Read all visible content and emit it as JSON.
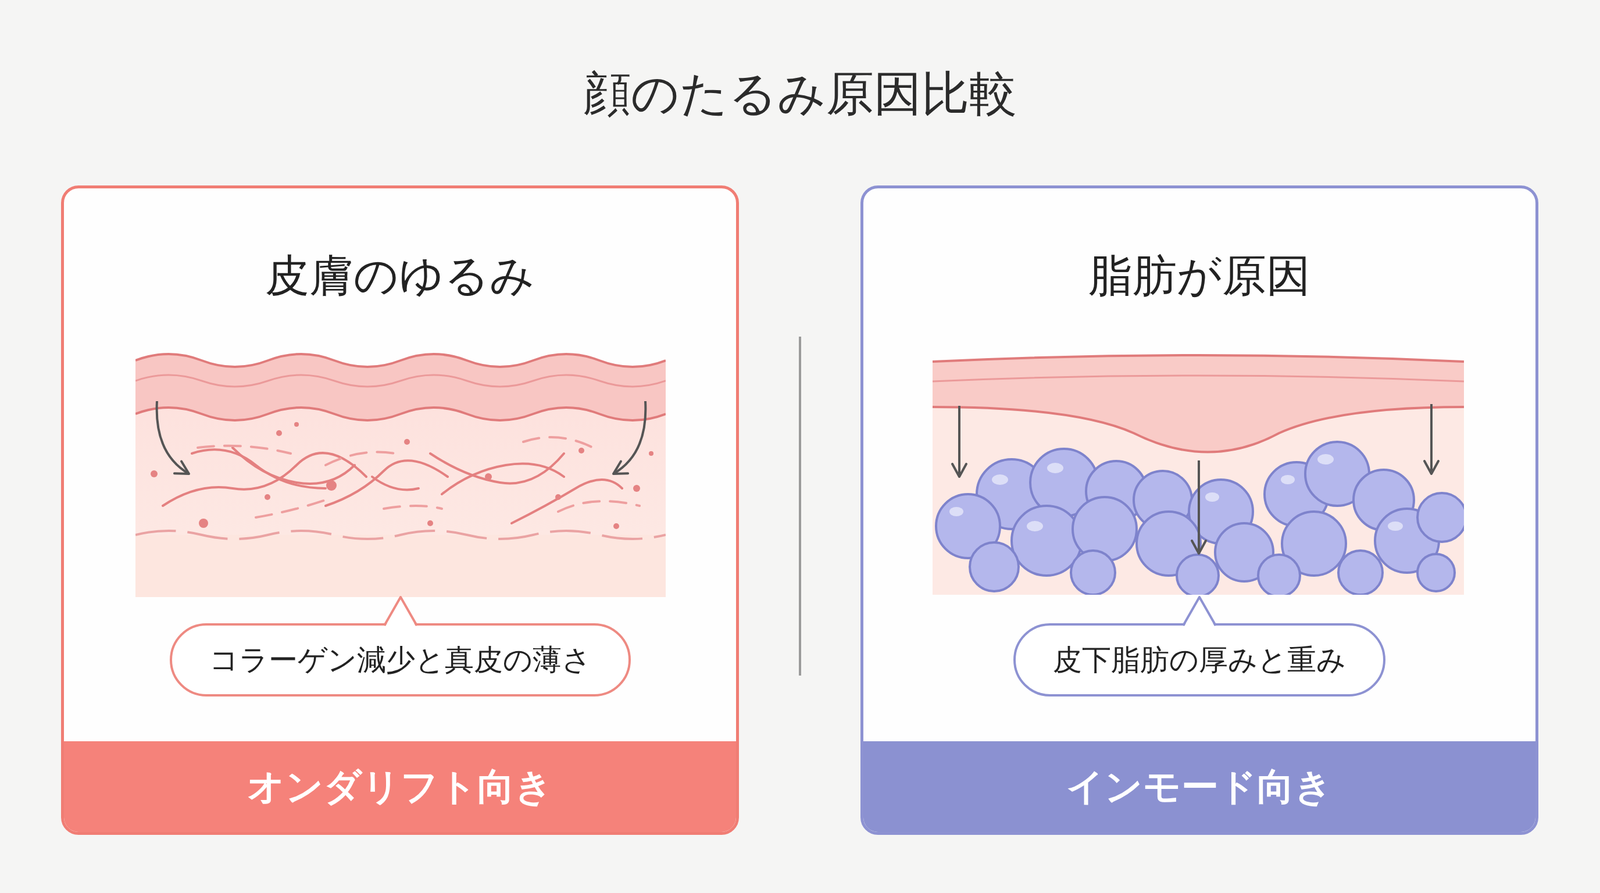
{
  "diagram": {
    "title": "顔のたるみ原因比較",
    "nodes": [
      {
        "text": [
          "皮膚のゆるみ"
        ]
      },
      {
        "text": [
          "コラーゲン減少と真皮の薄さ"
        ],
        "in": 0
      },
      {
        "text": [
          "オンダリフト向き"
        ],
        "in": 0
      },
      {
        "text": [
          "脂肪が原因"
        ]
      },
      {
        "text": [
          "皮下脂肪の厚みと重み"
        ],
        "in": 3
      },
      {
        "text": [
          "インモード向き"
        ],
        "in": 3
      }
    ]
  }
}
